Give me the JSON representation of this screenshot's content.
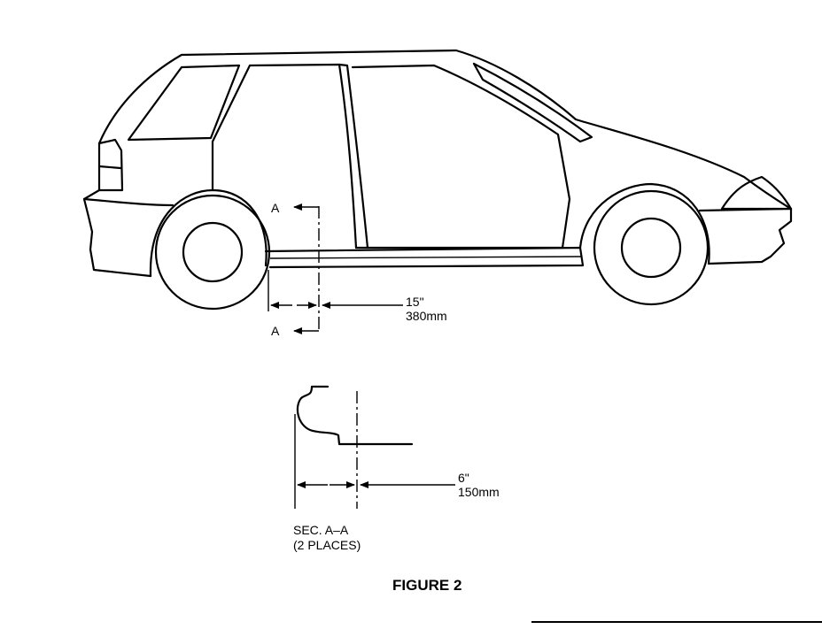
{
  "labels": {
    "section_a_top": "A",
    "section_a_bottom": "A",
    "dim_car_in": "15\"",
    "dim_car_mm": "380mm",
    "dim_sec_in": "6\"",
    "dim_sec_mm": "150mm",
    "sec_title": "SEC. A–A",
    "sec_places": "(2 PLACES)",
    "figure_title": "FIGURE 2"
  }
}
